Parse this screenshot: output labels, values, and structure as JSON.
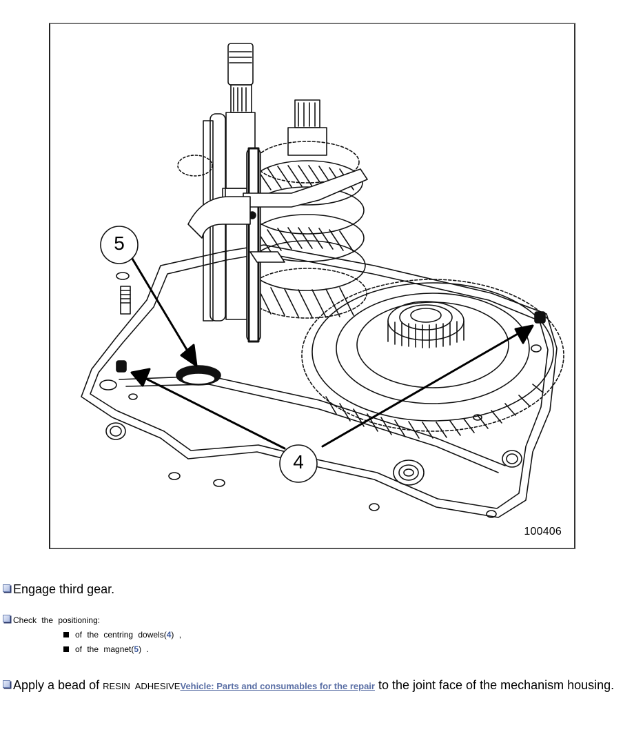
{
  "figure": {
    "reference_number": "100406",
    "callouts": [
      {
        "id": "5",
        "label": "5",
        "target": "magnet"
      },
      {
        "id": "4",
        "label": "4",
        "target": "centring dowels"
      }
    ],
    "description": "Gearbox mechanism housing with shafts, gears, selector forks, centring dowels and magnet"
  },
  "steps": [
    {
      "icon": "checkbox-bullet-icon",
      "text": "Engage third gear."
    },
    {
      "icon": "checkbox-bullet-icon",
      "text": "Check the positioning:",
      "subitems": [
        {
          "prefix": "of the centring dowels(",
          "ref": "4",
          "suffix": ") ,"
        },
        {
          "prefix": "of the magnet(",
          "ref": "5",
          "suffix": ") ."
        }
      ]
    },
    {
      "icon": "checkbox-bullet-icon",
      "text_before": "Apply a bead of ",
      "product": "RESIN ADHESIVE",
      "link": "Vehicle: Parts and consumables for the repair",
      "text_after": " to the joint face of the mechanism housing."
    }
  ],
  "colors": {
    "reference_number": "#3d5a9e",
    "link": "#5a6fa5",
    "bullet_border": "#6a7fb0"
  }
}
